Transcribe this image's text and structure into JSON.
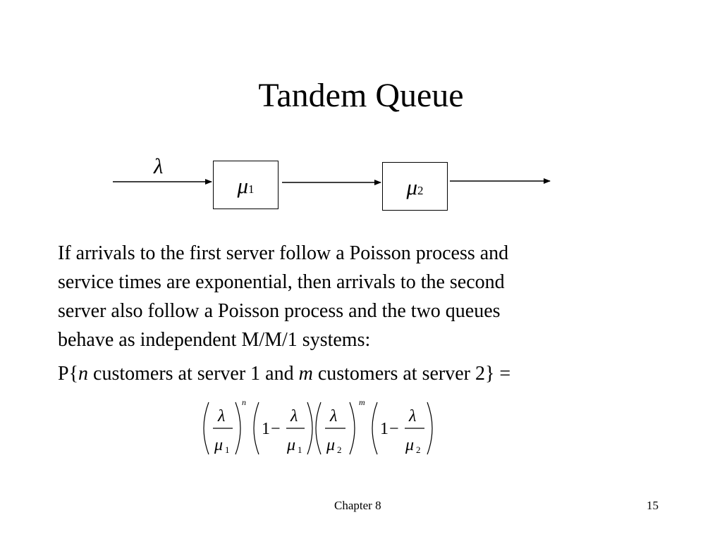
{
  "slide": {
    "title": "Tandem Queue",
    "diagram": {
      "arrival_rate": "λ",
      "server1": {
        "symbol": "μ",
        "subscript": "1"
      },
      "server2": {
        "symbol": "μ",
        "subscript": "2"
      }
    },
    "paragraph_lines": [
      "If arrivals to the first server follow a Poisson process and",
      "service times are exponential, then arrivals to the second",
      "server also follow a Poisson process and the two queues",
      "behave as independent M/M/1 systems:"
    ],
    "probability": {
      "prefix": "P{",
      "var_n": "n",
      "mid": " customers at server 1 and ",
      "var_m": "m",
      "suffix": " customers at server 2} ="
    },
    "formula": {
      "numerator": "λ",
      "mu": "μ",
      "sub1": "1",
      "sub2": "2",
      "one": "1",
      "minus": "−",
      "exp_n": "n",
      "exp_m": "m"
    },
    "footer": {
      "chapter": "Chapter 8",
      "page": "15"
    }
  }
}
